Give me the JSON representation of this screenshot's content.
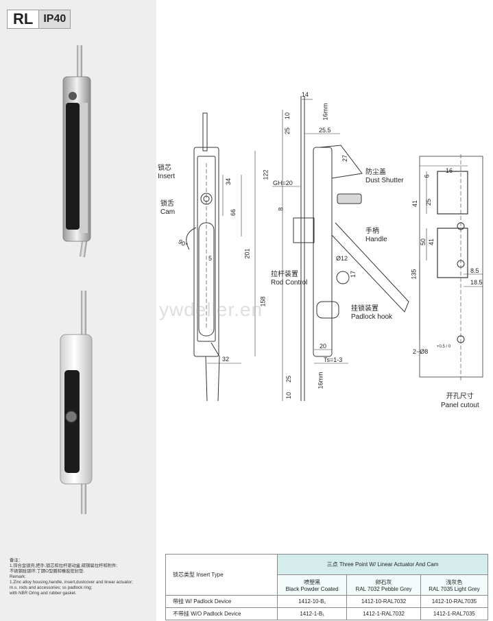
{
  "badge": {
    "series": "RL",
    "rating": "IP40"
  },
  "watermark": "ywdeller.en",
  "labels": {
    "insert_cn": "锁芯",
    "insert_en": "Insert",
    "cam_cn": "锁舌",
    "cam_en": "Cam",
    "dust_cn": "防尘盖",
    "dust_en": "Dust Shutter",
    "handle_cn": "手柄",
    "handle_en": "Handle",
    "rod_cn": "拉杆装置",
    "rod_en": "Rod Control",
    "padlock_cn": "挂锁装置",
    "padlock_en": "Padlock hook",
    "cutout_cn": "开孔尺寸",
    "cutout_en": "Panel cutout"
  },
  "dims": {
    "d14": "14",
    "d10a": "10",
    "d25a": "25",
    "d16mm_top": "16mm",
    "d25_5": "25.5",
    "d27": "27",
    "d122": "122",
    "gh": "GH=20",
    "d8": "8",
    "d34": "34",
    "d66": "66",
    "d201": "201",
    "d158": "158",
    "d5": "5",
    "d90": "90°",
    "d32": "32",
    "dia12": "Ø12",
    "d17": "17",
    "d20": "20",
    "ts": "Ts=1-3",
    "d25b": "25",
    "d10b": "10",
    "d16mm_bot": "16mm",
    "c16": "16",
    "c6": "6",
    "c41a": "41",
    "c25": "25",
    "c50": "50",
    "c41b": "41",
    "c135": "135",
    "c8_5": "8.5",
    "c18_5": "18.5",
    "holes": "2−Ø8",
    "holes_tol": "+0.5 / 0"
  },
  "remark": {
    "title_cn": "备注：",
    "line1_cn": "1.锌合金锁壳,把手,锁芯和拉杆驱动盒,碳钢扁拉杆和附件;",
    "line2_cn": "不锈钢挂锁环;丁腈O型圈和橡胶密封垫.",
    "title_en": "Remark:",
    "line1_en": "1.Zinc alloy housing,handle, insert,dustcover and linear actuator;",
    "line2_en": "m.s. rods and accessories; ss padlock ring;",
    "line3_en": "with NBR Oring and rubber gasket."
  },
  "table": {
    "insert_type": "锁芯类型 Insert Type",
    "group_header": "三点 Three Point W/ Linear Actuator And Cam",
    "columns": [
      {
        "cn": "喷塑黑",
        "en": "Black Powder Coated"
      },
      {
        "cn": "卵石灰",
        "en": "RAL 7032 Pebble Grey"
      },
      {
        "cn": "浅灰色",
        "en": "RAL 7035 Light Grey"
      }
    ],
    "rows": [
      {
        "label": "带挂 W/ Padlock Device",
        "values": [
          "1412-10-B₁",
          "1412-10-RAL7032",
          "1412-10-RAL7035"
        ]
      },
      {
        "label": "不带挂 W/O Padlock Device",
        "values": [
          "1412-1-B₁",
          "1412-1-RAL7032",
          "1412-1-RAL7035"
        ]
      }
    ]
  }
}
